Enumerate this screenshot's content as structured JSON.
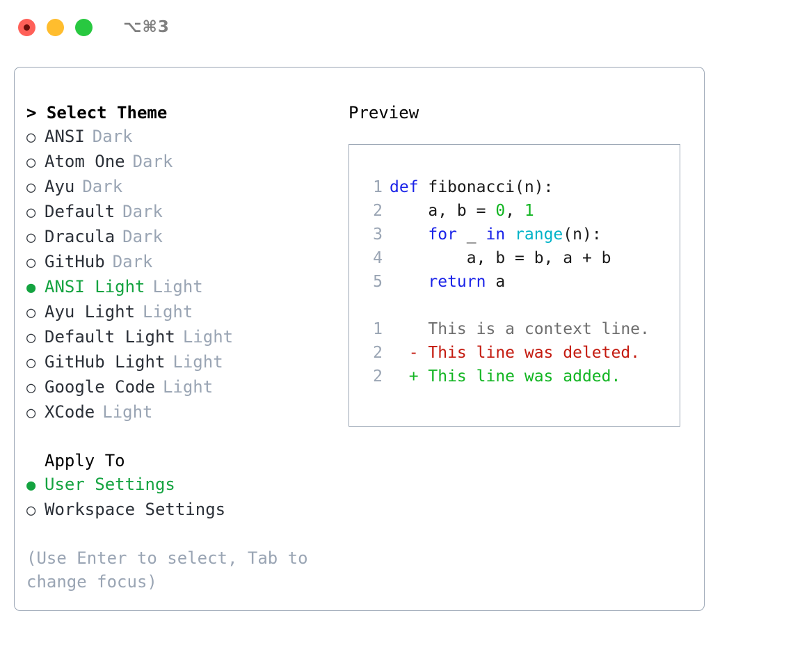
{
  "window": {
    "title": "⌥⌘3",
    "controls": [
      {
        "name": "close",
        "color": "#ff6058"
      },
      {
        "name": "minimize",
        "color": "#ffbd2e"
      },
      {
        "name": "maximize",
        "color": "#28c840"
      }
    ]
  },
  "theme_picker": {
    "heading": "> Select Theme",
    "caret": ">",
    "bullet_selected": "●",
    "bullet_unselected": "○",
    "options": [
      {
        "label": "ANSI",
        "badge": "Dark",
        "selected": false
      },
      {
        "label": "Atom One",
        "badge": "Dark",
        "selected": false
      },
      {
        "label": "Ayu",
        "badge": "Dark",
        "selected": false
      },
      {
        "label": "Default",
        "badge": "Dark",
        "selected": false
      },
      {
        "label": "Dracula",
        "badge": "Dark",
        "selected": false
      },
      {
        "label": "GitHub",
        "badge": "Dark",
        "selected": false
      },
      {
        "label": "ANSI Light",
        "badge": "Light",
        "selected": true
      },
      {
        "label": "Ayu Light",
        "badge": "Light",
        "selected": false
      },
      {
        "label": "Default Light",
        "badge": "Light",
        "selected": false
      },
      {
        "label": "GitHub Light",
        "badge": "Light",
        "selected": false
      },
      {
        "label": "Google Code",
        "badge": "Light",
        "selected": false
      },
      {
        "label": "XCode",
        "badge": "Light",
        "selected": false
      }
    ]
  },
  "apply_to": {
    "label": "Apply To",
    "options": [
      {
        "label": "User Settings",
        "selected": true
      },
      {
        "label": "Workspace Settings",
        "selected": false
      }
    ]
  },
  "hint": "(Use Enter to select, Tab to change focus)",
  "preview": {
    "title": "Preview",
    "code_lines": [
      {
        "no": "1",
        "indent": "",
        "tokens": [
          {
            "t": "def ",
            "c": "kw"
          },
          {
            "t": "fibonacci(n):",
            "c": "def"
          }
        ]
      },
      {
        "no": "2",
        "indent": "    ",
        "tokens": [
          {
            "t": "a, b = ",
            "c": "def"
          },
          {
            "t": "0",
            "c": "num"
          },
          {
            "t": ", ",
            "c": "def"
          },
          {
            "t": "1",
            "c": "num"
          }
        ]
      },
      {
        "no": "3",
        "indent": "    ",
        "tokens": [
          {
            "t": "for ",
            "c": "kw"
          },
          {
            "t": "_ ",
            "c": "def"
          },
          {
            "t": "in ",
            "c": "kw"
          },
          {
            "t": "range",
            "c": "fn"
          },
          {
            "t": "(n):",
            "c": "def"
          }
        ]
      },
      {
        "no": "4",
        "indent": "        ",
        "tokens": [
          {
            "t": "a, b = b, a + b",
            "c": "def"
          }
        ]
      },
      {
        "no": "5",
        "indent": "    ",
        "tokens": [
          {
            "t": "return ",
            "c": "kw"
          },
          {
            "t": "a",
            "c": "def"
          }
        ]
      }
    ],
    "diff_lines": [
      {
        "no": "1",
        "marker": " ",
        "text": "This is a context line.",
        "kind": "ctx"
      },
      {
        "no": "2",
        "marker": "-",
        "text": "This line was deleted.",
        "kind": "del"
      },
      {
        "no": "2",
        "marker": "+",
        "text": "This line was added.",
        "kind": "add"
      }
    ]
  },
  "colors": {
    "accent_green": "#14a340",
    "muted": "#9aa5b4",
    "keyword": "#1a23e8",
    "function": "#00b3c8",
    "number": "#12b522",
    "diff_delete": "#c41b10",
    "diff_add": "#12b522",
    "border": "#9aa5b4"
  }
}
